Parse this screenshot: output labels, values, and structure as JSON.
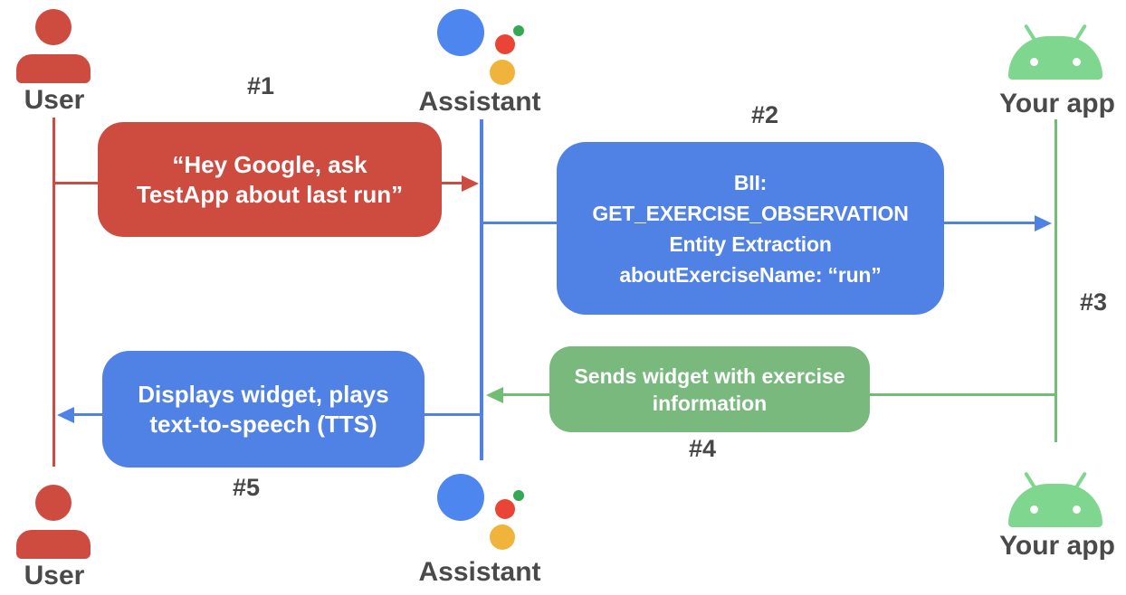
{
  "actors": {
    "user_top": "User",
    "assistant_top": "Assistant",
    "app_top": "Your app",
    "user_bottom": "User",
    "assistant_bottom": "Assistant",
    "app_bottom": "Your app"
  },
  "steps": {
    "step1": {
      "label": "#1",
      "text": "“Hey Google, ask\nTestApp about last run”",
      "from": "User",
      "to": "Assistant",
      "color": "#CE4B40"
    },
    "step2": {
      "label": "#2",
      "text": "BII:\nGET_EXERCISE_OBSERVATION\nEntity Extraction\naboutExerciseName: “run”",
      "from": "Assistant",
      "to": "Your app",
      "color": "#5082E6"
    },
    "step3": {
      "label": "#3",
      "color": "#6EBE73"
    },
    "step4": {
      "label": "#4",
      "text": "Sends widget with exercise\ninformation",
      "from": "Your app",
      "to": "Assistant",
      "color": "#79B97E"
    },
    "step5": {
      "label": "#5",
      "text": "Displays widget, plays\ntext-to-speech (TTS)",
      "from": "Assistant",
      "to": "User",
      "color": "#5082E6"
    }
  },
  "icons": {
    "user": "person-icon",
    "assistant": "google-assistant-logo",
    "app": "android-robot-icon"
  },
  "colors": {
    "user_red": "#CE4B40",
    "assistant_blue": "#5082E6",
    "app_green_line": "#6EBE73",
    "app_green_box": "#79B97E",
    "android_green": "#7ED68F",
    "logo_blue": "#4C86EE",
    "logo_red": "#E94436",
    "logo_green": "#34A853",
    "logo_yellow": "#F0B43C",
    "label_gray": "#474747",
    "text_white": "#FFFFFF"
  }
}
